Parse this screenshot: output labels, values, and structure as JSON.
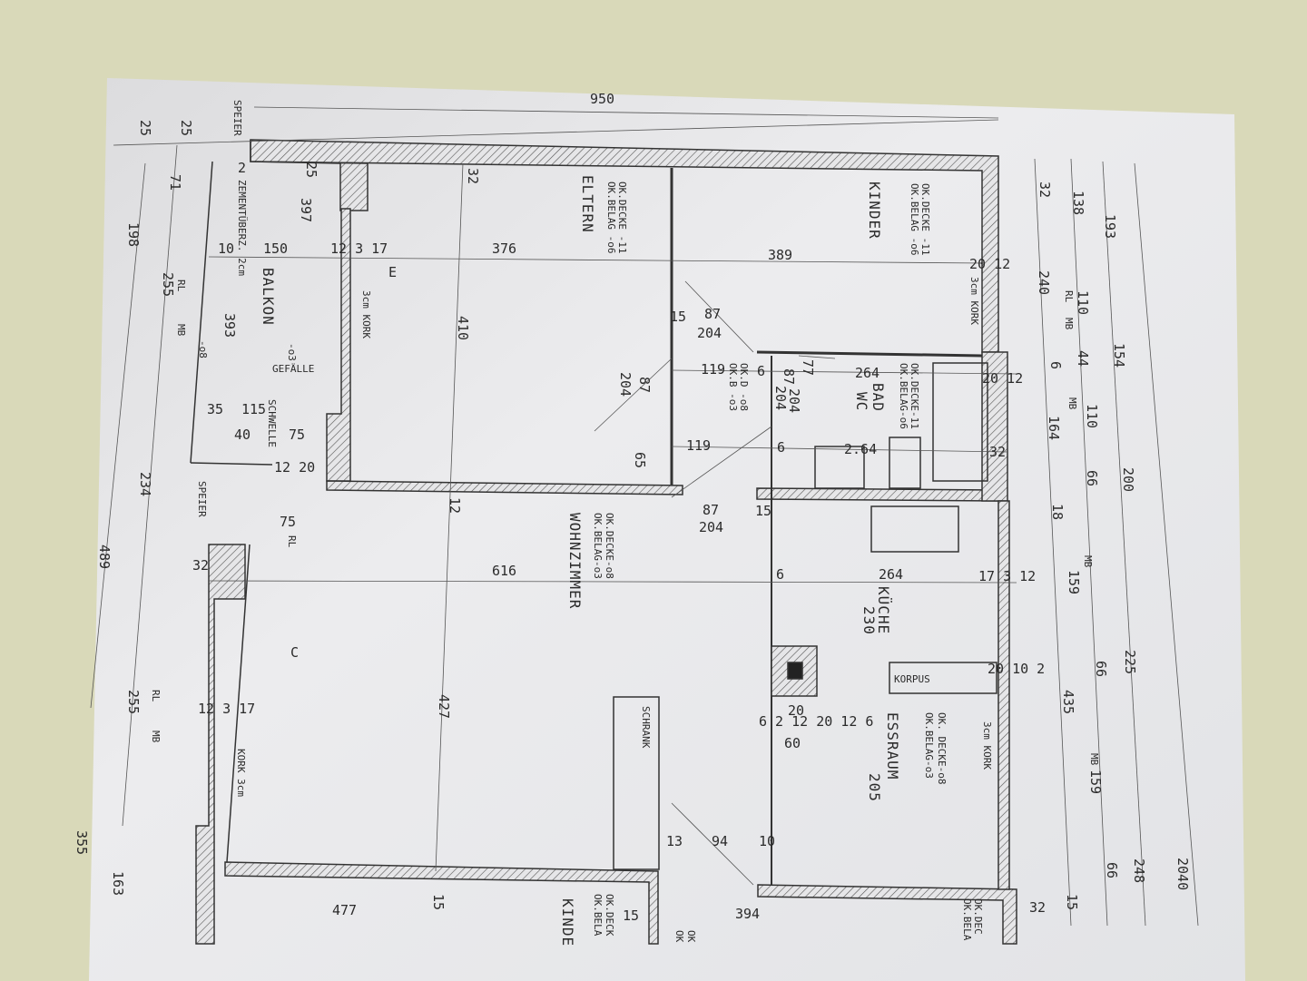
{
  "colors": {
    "wall_background": "#d9d9b9",
    "paper": "#ecedef",
    "ink": "#2b2b2b"
  },
  "rooms": {
    "eltern": "ELTERN",
    "kinder": "KINDER",
    "balkon": "BALKON",
    "wohnzimmer": "WOHNZIMMER",
    "bad": "BAD",
    "wc": "WC",
    "kueche": "KÜCHE",
    "kueche_dim": "230",
    "essraum": "ESSRAUM",
    "essraum_dim": "205",
    "schrank": "SCHRANK",
    "korpus": "KORPUS",
    "kinder_bottom": "KINDE"
  },
  "notes": {
    "eltern_decke": "OK.DECKE -11",
    "eltern_belag": "OK.BELAG -o6",
    "kinder_decke": "OK.DECKE -11",
    "kinder_belag": "OK.BELAG -o6",
    "bad_decke": "OK.DECKE-11",
    "bad_belag": "OK.BELAG-o6",
    "flur_decke": "OK.D -o8",
    "flur_belag": "OK.B -o3",
    "wohn_decke": "OK.DECKE-o8",
    "wohn_belag": "OK.BELAG-o3",
    "ess_decke": "OK. DECKE-o8",
    "ess_belag": "OK.BELAG-o3",
    "bottom_decke": "OK.DECK",
    "bottom_belag": "OK.BELA",
    "bottom2_decke": "OK",
    "bottom2_belag": "OK",
    "bottom3_decke": "OK.DEC",
    "bottom3_belag": "OK.BELA",
    "zement": "ZEMENTÜBERZ. 2cm",
    "kork1": "3cm KORK",
    "kork2": "3cm KORK",
    "kork3": "3cm KORK",
    "kork4": "KORK 3cm",
    "schwelle": "SCHWELLE",
    "speier1": "SPEIER",
    "speier2": "SPEIER",
    "gefaelle": "GEFÄLLE",
    "balkon_o8": "-o8",
    "balkon_o3": "-o3",
    "marker_e": "E",
    "marker_c": "C",
    "rl1": "RL",
    "mb1": "MB",
    "rl2": "RL",
    "mb2": "MB",
    "rl3": "RL",
    "mb3": "MB",
    "mb4": "MB",
    "mb5": "MB",
    "mb6": "MB",
    "rl4": "RL"
  },
  "dims_h": [
    "950",
    "376",
    "389",
    "150",
    "10",
    "12 3 17",
    "87",
    "204",
    "15",
    "119",
    "6",
    "264",
    "20 12",
    "119",
    "6",
    "2.64",
    "32",
    "87",
    "204",
    "15",
    "616",
    "6",
    "264",
    "17 3 12",
    "35",
    "115",
    "40",
    "75",
    "20 10 2",
    "12 3 17",
    "13",
    "94",
    "10",
    "477",
    "394",
    "15",
    "32",
    "60",
    "6 2 12 20 12 6",
    "20",
    "75",
    "32",
    "20 12",
    "12 20",
    "2"
  ],
  "dims_v": [
    "25",
    "25",
    "71",
    "198",
    "255",
    "234",
    "489",
    "255",
    "355",
    "163",
    "393",
    "397",
    "410",
    "427",
    "12",
    "15",
    "32",
    "204",
    "87",
    "65",
    "25",
    "32",
    "240",
    "138",
    "110",
    "193",
    "154",
    "6",
    "44",
    "164",
    "110",
    "66",
    "200",
    "18",
    "159",
    "225",
    "66",
    "435",
    "159",
    "248",
    "66",
    "15",
    "2040",
    "87",
    "204",
    "77",
    "204"
  ]
}
